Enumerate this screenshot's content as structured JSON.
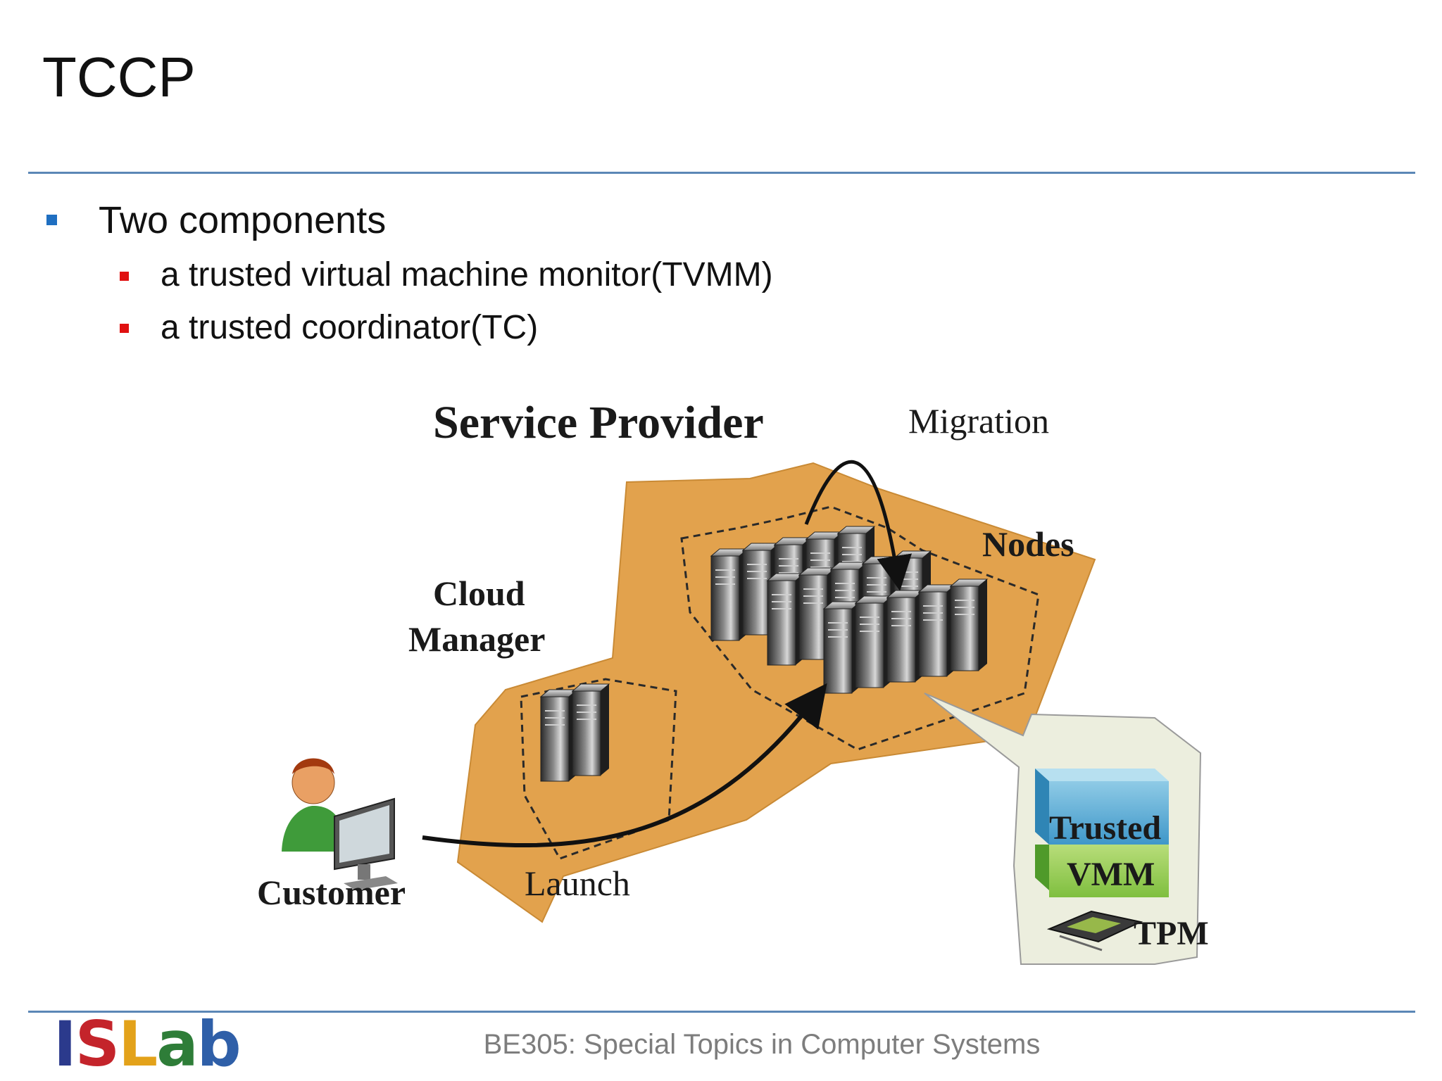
{
  "slide": {
    "title": "TCCP",
    "bullets": [
      {
        "text": "Two components",
        "sub": [
          "a trusted virtual machine monitor(TVMM)",
          "a trusted coordinator(TC)"
        ]
      }
    ]
  },
  "diagram": {
    "service_provider": "Service Provider",
    "migration": "Migration",
    "nodes": "Nodes",
    "cloud_manager_line1": "Cloud",
    "cloud_manager_line2": "Manager",
    "customer": "Customer",
    "launch": "Launch",
    "trusted_line1": "Trusted",
    "trusted_line2": "VMM",
    "tpm": "TPM"
  },
  "footer": {
    "course": "BE305: Special Topics in Computer Systems",
    "logo": {
      "part1": "I",
      "part2": "S",
      "part3": "L",
      "part4": "a",
      "part5": "b"
    }
  },
  "colors": {
    "rule": "#5b87b6",
    "bullet_level1": "#1f6fc1",
    "bullet_level2": "#e01010",
    "platform": "#e2a24d"
  }
}
